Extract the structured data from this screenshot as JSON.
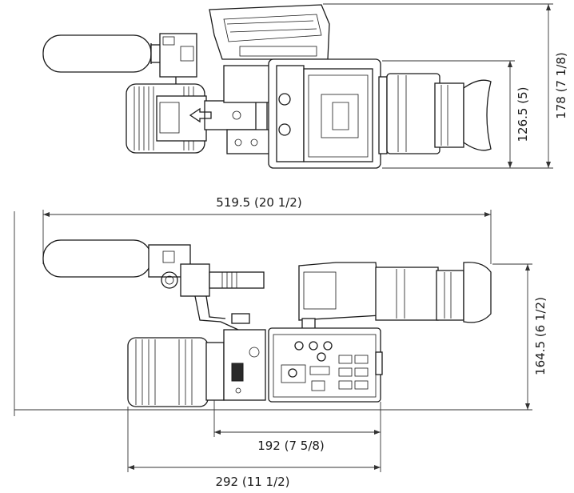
{
  "dimensions": {
    "top_view_height_inner": "126.5 (5)",
    "top_view_height_outer": "178 (7 1/8)",
    "total_length": "519.5 (20 1/2)",
    "side_view_height": "164.5 (6 1/2)",
    "body_length": "192 (7 5/8)",
    "lens_to_back_length": "292 (11 1/2)"
  },
  "colors": {
    "ink": "#1a1a1a",
    "background": "#ffffff"
  }
}
